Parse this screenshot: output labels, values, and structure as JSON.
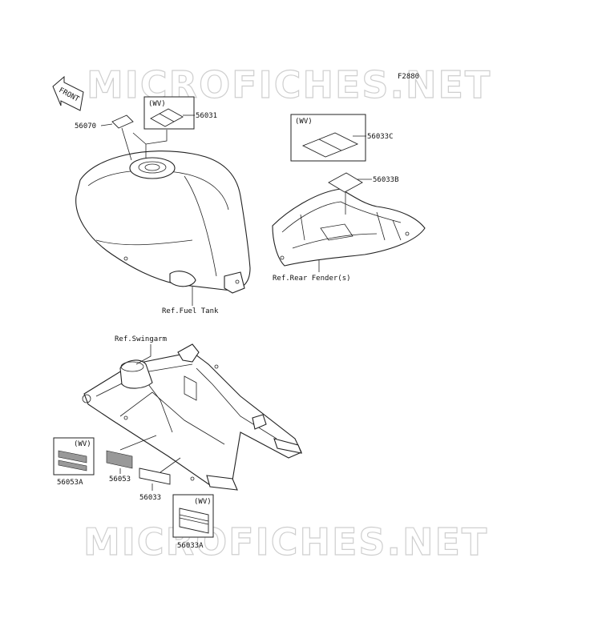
{
  "watermark": "MICROFICHES.NET",
  "figure_code": "F2880",
  "front_arrow": "FRONT",
  "refs": {
    "fuel_tank": "Ref.Fuel Tank",
    "rear_fender": "Ref.Rear Fender(s)",
    "swingarm": "Ref.Swingarm"
  },
  "parts": {
    "p56070": "56070",
    "p56031": "56031",
    "p56033C": "56033C",
    "p56033B": "56033B",
    "p56053A": "56053A",
    "p56053": "56053",
    "p56033": "56033",
    "p56033A": "56033A"
  },
  "variant": "(WV)"
}
